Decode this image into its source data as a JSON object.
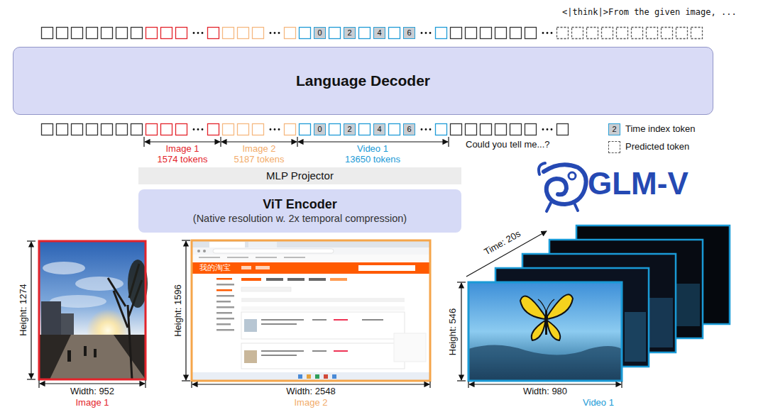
{
  "diagram": {
    "nodes": [
      {
        "text": [
          "0"
        ]
      },
      {
        "text": [
          "2"
        ]
      },
      {
        "text": [
          "4"
        ]
      },
      {
        "text": [
          "6"
        ]
      },
      {
        "text": [
          "Language Decoder"
        ]
      },
      {
        "text": [
          "0"
        ]
      },
      {
        "text": [
          "2"
        ]
      },
      {
        "text": [
          "4"
        ]
      },
      {
        "text": [
          "6"
        ]
      },
      {
        "text": [
          "MLP Projector"
        ]
      },
      {
        "text": [
          "ViT Encoder",
          "(Native resolution w. 2x temporal compression)"
        ]
      }
    ],
    "labels": [
      "<|think|>From the given image, ...",
      "2",
      "Image 1",
      "1574 tokens",
      "Image 2",
      "5187 tokens",
      "Video 1",
      "13650 tokens",
      "Could you tell me...?",
      "GLM-V",
      "Height: 1274",
      "Width: 952",
      "Image 1",
      "Height: 1596",
      "Width: 2548",
      "Image 2",
      "Time: 20s",
      "Height: 546",
      "Width: 980",
      "Video 1",
      "我的淘宝"
    ],
    "legend": [
      {
        "text": "Time index token",
        "color": "#c9cdd2"
      },
      {
        "text": "Predicted token"
      }
    ]
  }
}
